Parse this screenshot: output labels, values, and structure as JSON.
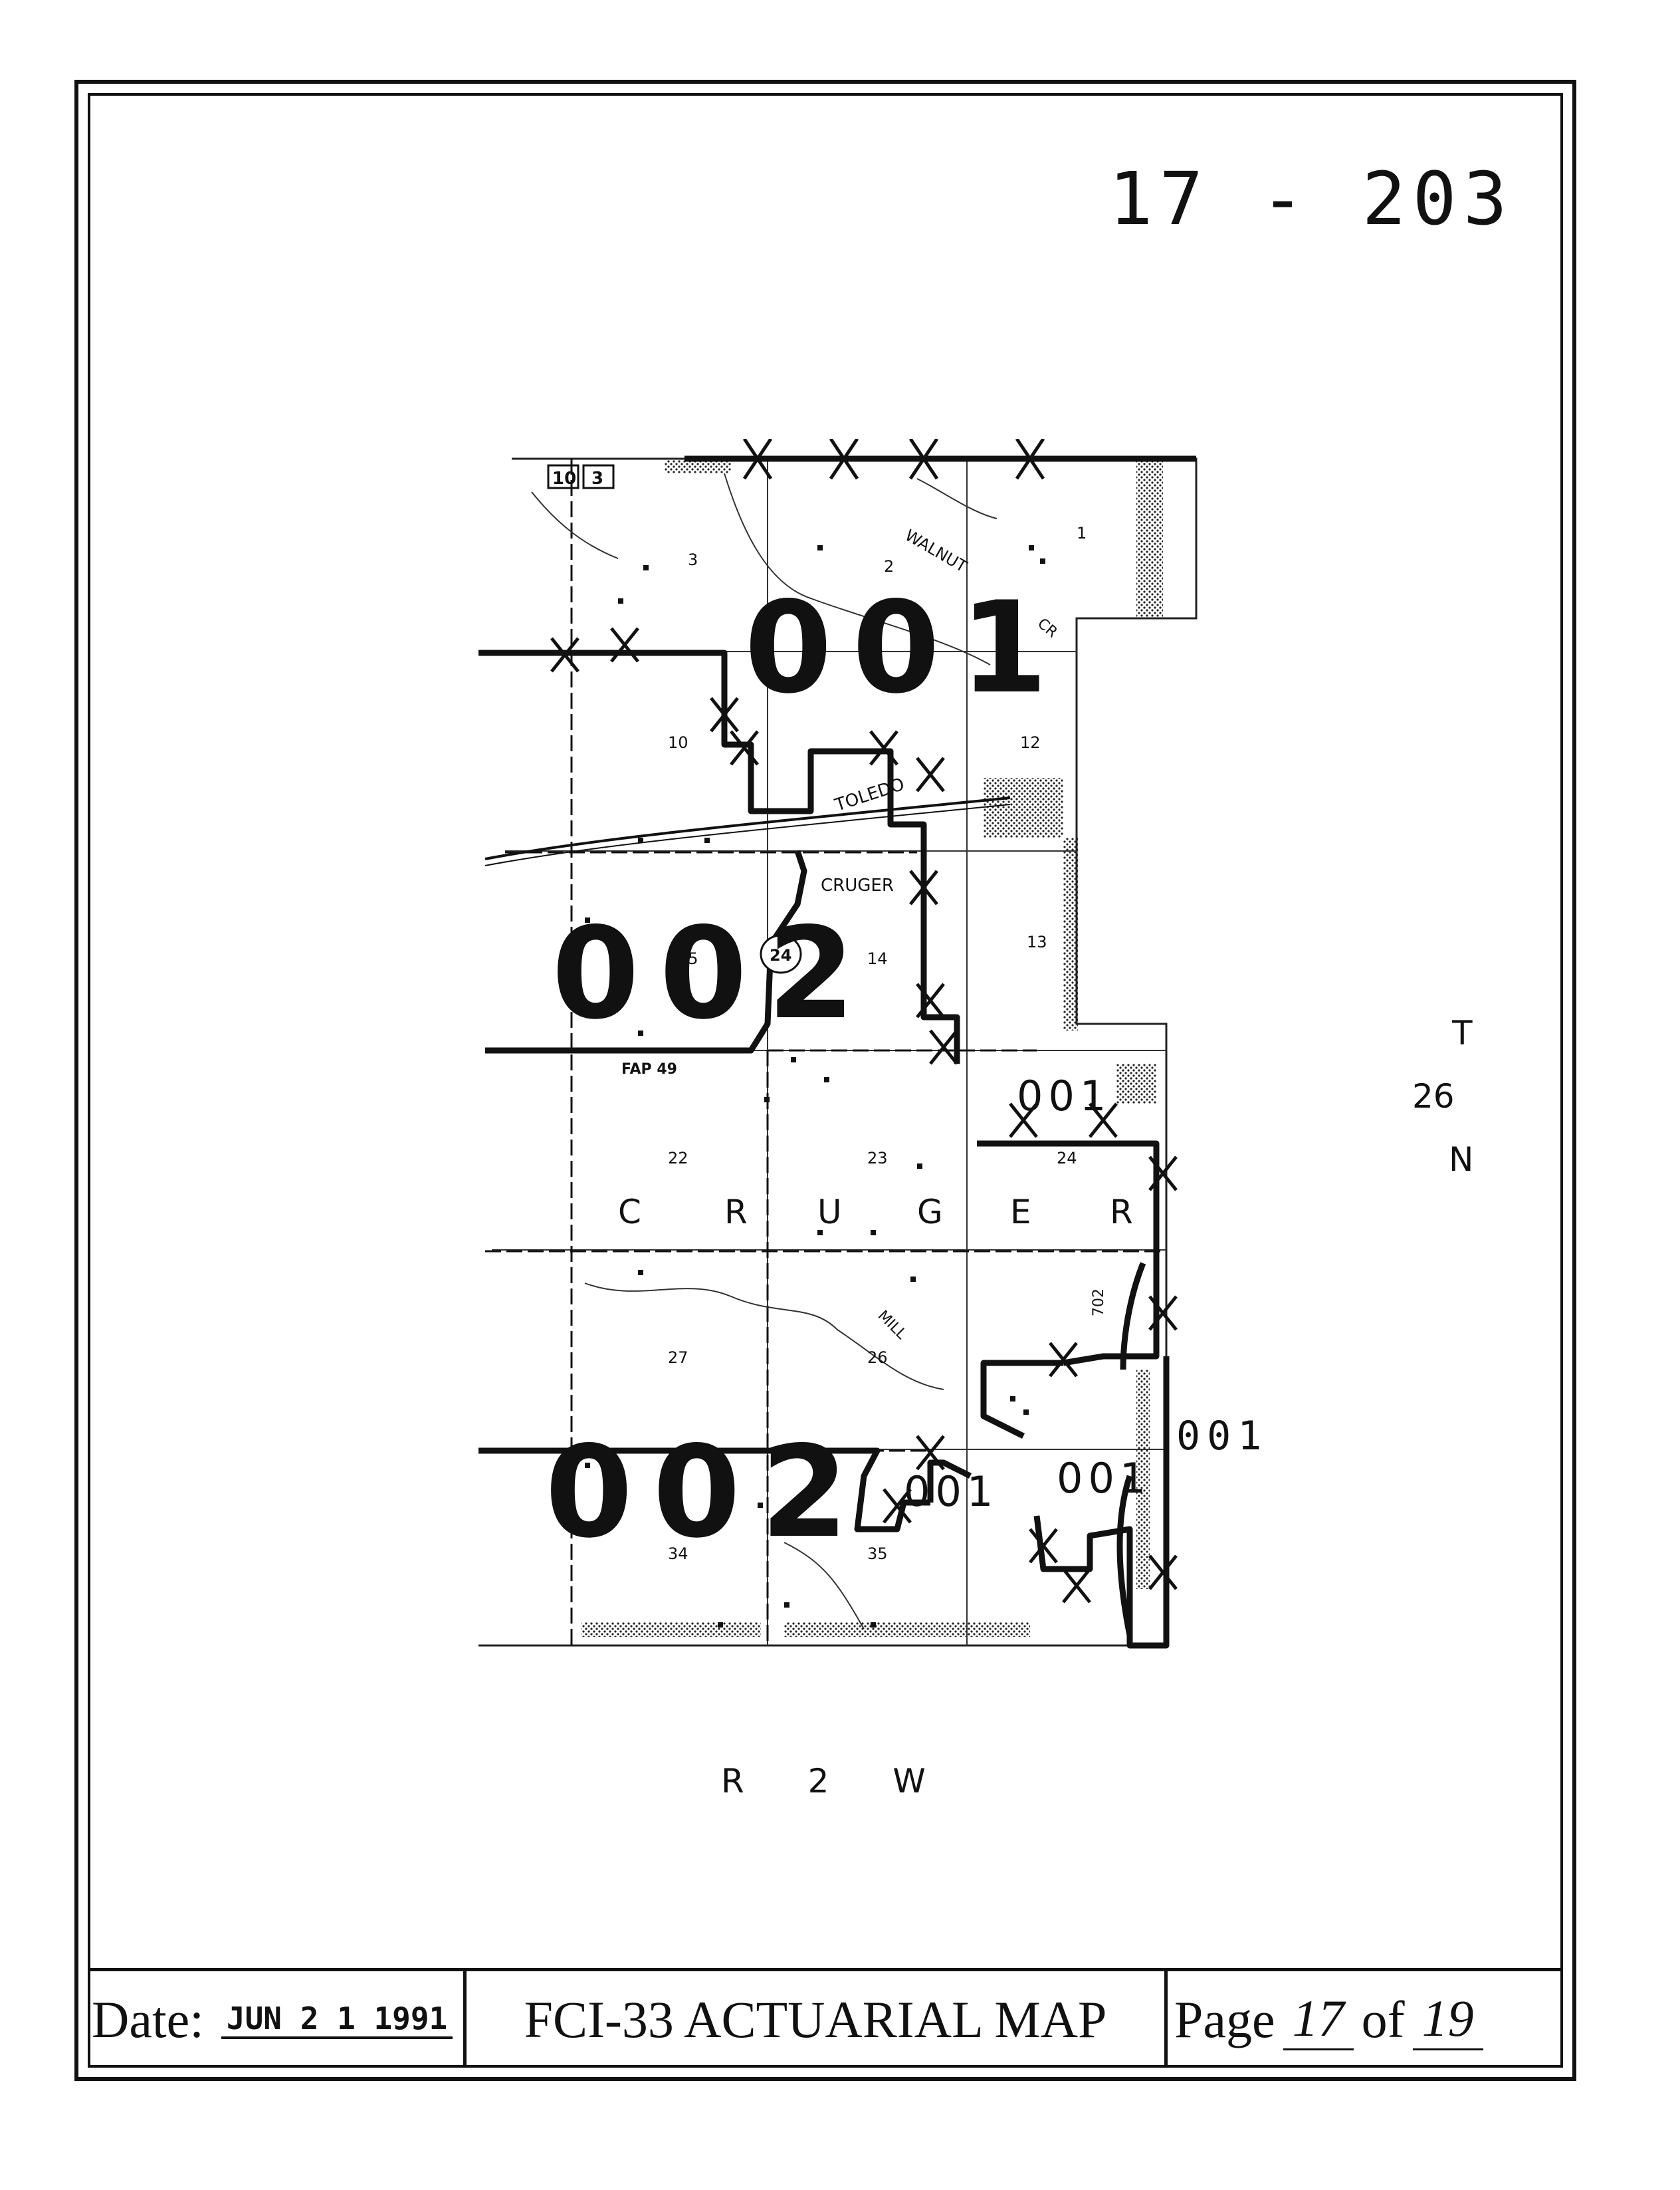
{
  "document": {
    "map_id": "17 - 203",
    "title": "FCI-33 ACTUARIAL MAP",
    "date_label": "Date:",
    "date_value": "JUN 2 1 1991",
    "page_label": "Page",
    "page_number": "17",
    "page_of": "of",
    "page_total": "19"
  },
  "map": {
    "township_letter": "T",
    "township_number": "26",
    "township_dir": "N",
    "range_label": "R 2 W",
    "township_name_letters": [
      "C",
      "R",
      "U",
      "G",
      "E",
      "R"
    ],
    "town_labels": [
      "TOLEDO",
      "CRUGER"
    ],
    "creek_labels": [
      "WALNUT",
      "CR",
      "MILL"
    ],
    "road_labels": [
      "FAP 49",
      "24",
      "702",
      "10",
      "3"
    ],
    "sections": [
      "1",
      "2",
      "3",
      "10",
      "12",
      "13",
      "14",
      "15",
      "22",
      "23",
      "24",
      "26",
      "27",
      "34",
      "35"
    ],
    "zone_labels": [
      "001",
      "002",
      "002",
      "001",
      "001",
      "001",
      "001"
    ]
  }
}
